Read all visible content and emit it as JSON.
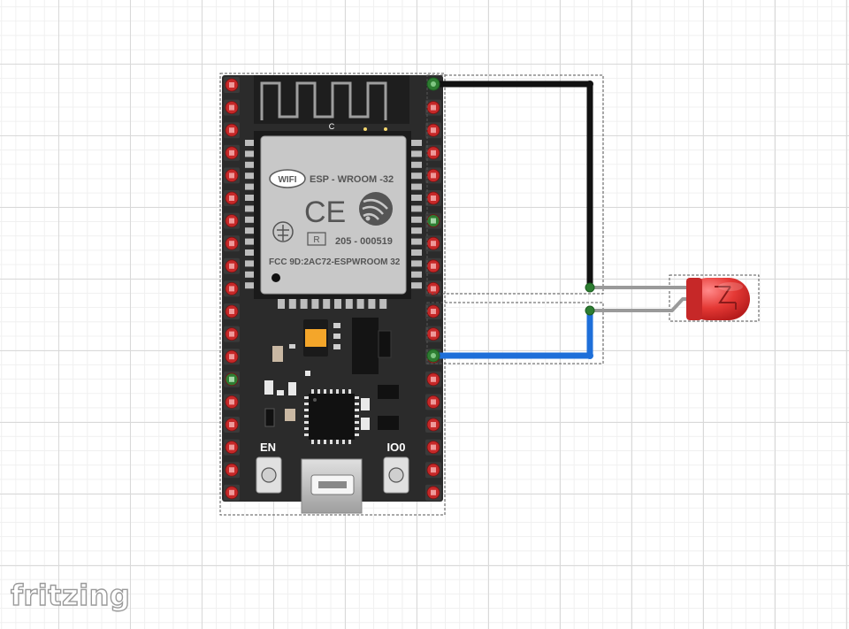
{
  "canvas": {
    "background": "#ffffff",
    "grid_color": "#d9d9d9"
  },
  "board": {
    "name": "ESP32 DevKit",
    "module_label": "ESP - WROOM -32",
    "wifi_logo": "WIFI",
    "ce_mark": "CE",
    "r_mark": "R",
    "cert_number": "205 - 000519",
    "fcc_id": "FCC 9D:2AC72-ESPWROOM 32",
    "antenna_label": "C",
    "button_en_label": "EN",
    "button_io0_label": "IO0",
    "pin_color": "#c62828",
    "connected_pin_color": "#2e7d32"
  },
  "led": {
    "color": "#e53935"
  },
  "wires": [
    {
      "name": "gnd-wire",
      "color": "#111111"
    },
    {
      "name": "signal-wire",
      "color": "#1e6fd9"
    }
  ],
  "brand": {
    "logo_text": "fritzing"
  }
}
